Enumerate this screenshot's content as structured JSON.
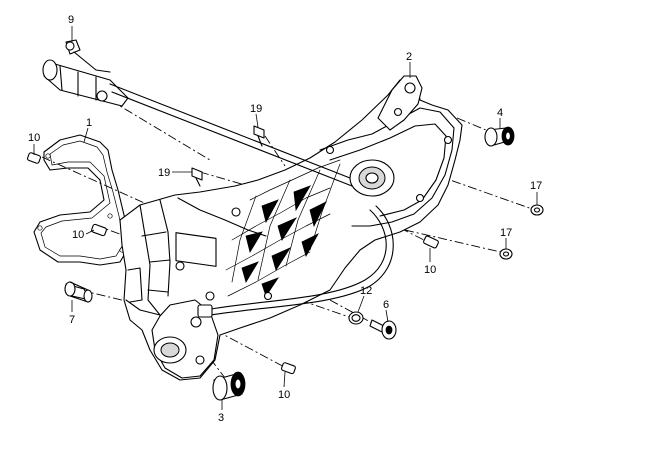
{
  "callouts": {
    "c9": "9",
    "c2": "2",
    "c19a": "19",
    "c19b": "19",
    "c10a": "10",
    "c1": "1",
    "c4": "4",
    "c10b": "10",
    "c17a": "17",
    "c17b": "17",
    "c10c": "10",
    "c7": "7",
    "c12": "12",
    "c6": "6",
    "c3": "3",
    "c10d": "10"
  },
  "colors": {
    "line": "#000000",
    "background": "#ffffff",
    "shade": "#d8d8d8"
  }
}
